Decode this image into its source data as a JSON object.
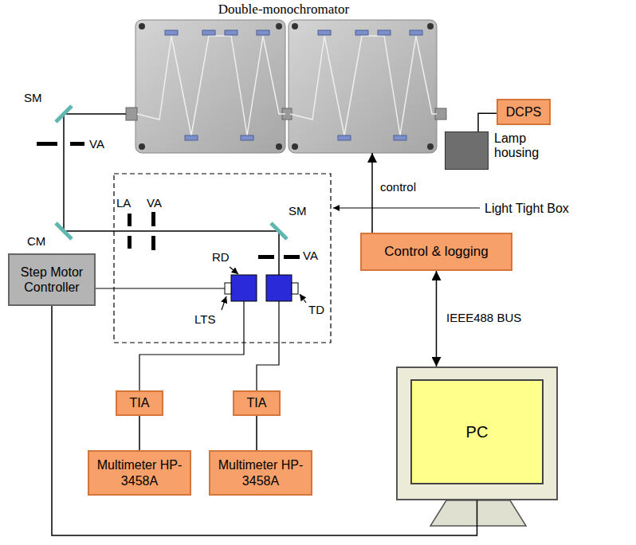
{
  "diagram": {
    "nodes": [
      {
        "text": [
          "Double-monochromator"
        ]
      },
      {
        "text": [
          "DCPS"
        ]
      },
      {
        "text": [
          "Lamp housing"
        ]
      },
      {
        "text": [
          "Step Motor Controller"
        ]
      },
      {
        "text": [
          "Control & logging"
        ]
      },
      {
        "text": [
          "TIA"
        ]
      },
      {
        "text": [
          "TIA"
        ]
      },
      {
        "text": [
          "PC"
        ]
      },
      {
        "text": [
          "Multimeter HP-3458A"
        ]
      },
      {
        "text": [
          "Multimeter HP-3458A"
        ]
      }
    ],
    "edges": [
      {
        "from": 1,
        "to": 2,
        "arrow": "none"
      },
      {
        "from": 4,
        "to": 0,
        "label": "control",
        "arrow": "to"
      },
      {
        "from": 4,
        "to": 7,
        "label": "IEEE488 BUS",
        "arrow": "both"
      },
      {
        "from": 5,
        "to": 8,
        "arrow": "none"
      },
      {
        "from": 6,
        "to": 9,
        "arrow": "none"
      },
      {
        "from": 3,
        "to": 7,
        "arrow": "none"
      }
    ],
    "labels": [
      "SM",
      "VA",
      "Light Tight Box",
      "LA",
      "VA",
      "SM",
      "CM",
      "RD",
      "VA",
      "TD",
      "LTS"
    ]
  }
}
